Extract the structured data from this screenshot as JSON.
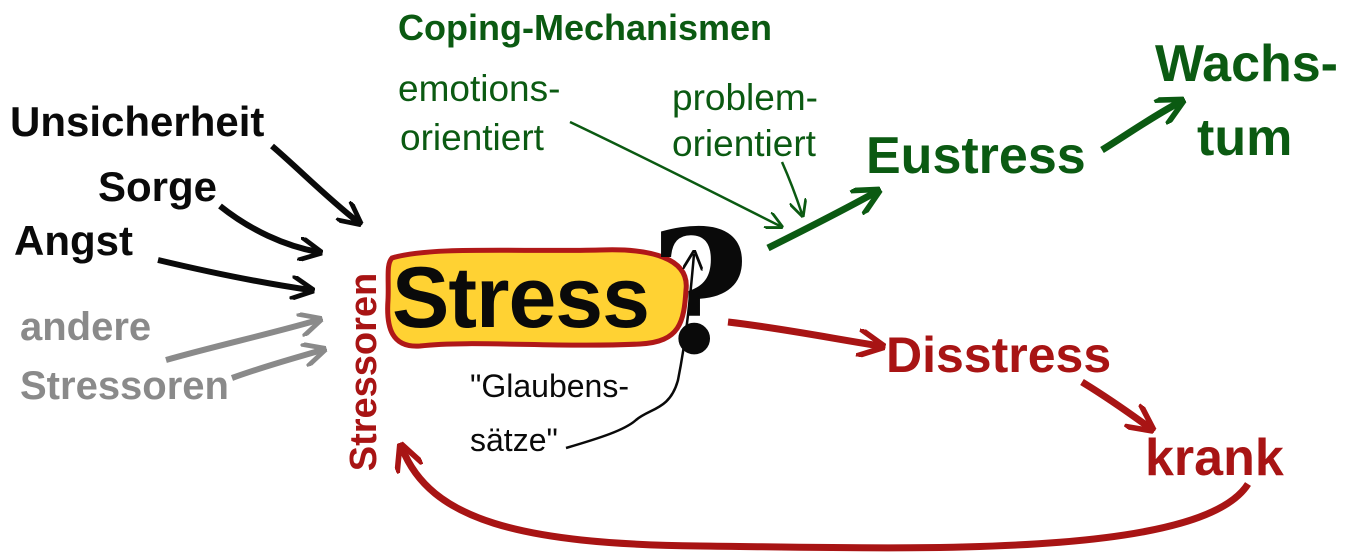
{
  "colors": {
    "black": "#0a0a0a",
    "green": "#0b5a12",
    "red": "#a81414",
    "gray": "#8a8a8a",
    "stress_fill": "#ffd233",
    "stress_border": "#b01818"
  },
  "left_factors": {
    "unsicherheit": "Unsicherheit",
    "sorge": "Sorge",
    "angst": "Angst",
    "andere": "andere",
    "stressoren": "Stressoren"
  },
  "stressoren_vertical": "Stressoren",
  "stress": "Stress",
  "question_mark": "?",
  "beliefs": {
    "line1": "\"Glaubens-",
    "line2": "sätze\""
  },
  "coping": {
    "title": "Coping-Mechanismen",
    "emotion_line1": "emotions-",
    "emotion_line2": "orientiert",
    "problem_line1": "problem-",
    "problem_line2": "orientiert"
  },
  "eustress": "Eustress",
  "wachstum": {
    "line1": "Wachs-",
    "line2": "tum"
  },
  "disstress": "Disstress",
  "krank": "krank"
}
